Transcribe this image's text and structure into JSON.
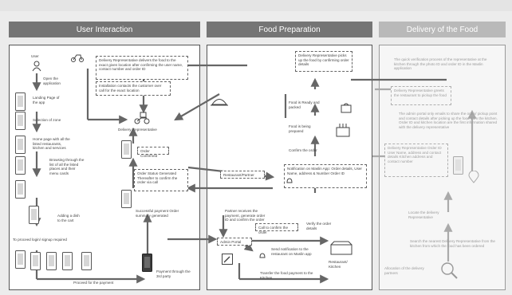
{
  "headers": {
    "user": "User Interaction",
    "food": "Food Preparation",
    "delivery": "Delivery of the Food"
  },
  "user": {
    "user_label": "User",
    "open_app": "Open the application",
    "landing": "Landing Page of the app",
    "selection_zone": "Selection of zone",
    "home_page": "Home page with all the listed restaurants, kitchen and services",
    "browsing": "Browsing through the list of all the listed places and their menu cards",
    "adding": "Adding a dish to the cart",
    "signup": "To proceed login/ signup required",
    "proceed_payment": "Proceed for the payment",
    "payment_3rd": "Payment through the 3rd party",
    "successful_payment": "Successful payment Order summary generated",
    "order_status": "Order Status Generated Thereafter to confirm the order via call",
    "order_confirmed": "Order Confirmed",
    "delivery_rep": "Delivery Representative",
    "rep_delivers": "Delivery Representative delivers the food to the exact given location after confirming the user name, contact number and order ID",
    "rep_contacts": "Installation contacts the customer over call for the exact location"
  },
  "food": {
    "rep_picks": "Delivery Representative picks up the food by confirming order details",
    "ready": "Food is Ready and packed",
    "being_prepared": "Food is being prepared",
    "confirm_order": "Confirm the order",
    "notification": "Notification on Maslin App: Order details, User Name, address & Number Order ID",
    "partner_receives": "Partner receives the payment, generate order ID and confirm the order",
    "call_confirm": "Call to confirm the order",
    "restaurant_partner": "Restaurant/Partner",
    "verify": "Verify the order details",
    "admin_portal": "Admin Portal",
    "send_notification": "Send notification to the restaurant on Maslin app",
    "restaurant_kitchen": "Restaurant/ Kitchen",
    "transfer": "Transfer the food payment to the Kitchen"
  },
  "delivery": {
    "quick_verification": "The quick verification process of the representative at the kitchen through the photo ID and order ID in the Maslin application",
    "rep_greets": "Delivery Representative greets the restaurant to pickup the food",
    "admin_portal_email": "The admin portal only emails to share the order/ pickup point and contact details after picking up the food from the kitchen. Order ID and kitchen location are the first information shared with the delivery representative",
    "rep_details": "Delivery Representative Order ID User Name, address and contact details Kitchen address and contact number",
    "locate": "Locate the delivery Representative",
    "search": "Search the nearest Delivery Representative from the kitchen from which the food has been ordered",
    "allocation": "Allocation of the delivery partners"
  }
}
